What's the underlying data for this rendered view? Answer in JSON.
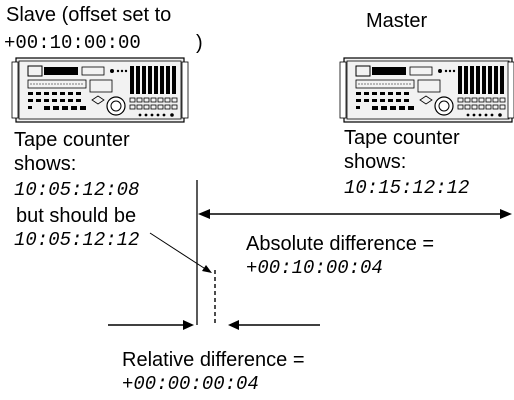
{
  "slave": {
    "title_line1": "Slave (offset set to",
    "title_line2": "+00:10:00:00",
    "title_line2_close": ")",
    "counter_label_line1": "Tape counter",
    "counter_label_line2": "shows:",
    "counter_value": "10:05:12:08",
    "should_be_label": "but should be",
    "should_be_value": "10:05:12:12"
  },
  "master": {
    "title": "Master",
    "counter_label_line1": "Tape counter",
    "counter_label_line2": "shows:",
    "counter_value": "10:15:12:12"
  },
  "absolute": {
    "label": "Absolute difference =",
    "value": "+00:10:00:04"
  },
  "relative": {
    "label": "Relative difference =",
    "value": "+00:00:00:04"
  },
  "colors": {
    "ink": "#000000",
    "background": "#ffffff",
    "device_panel": "#f2f2f2"
  },
  "icons": {
    "slave_device": "tape-recorder-icon",
    "master_device": "tape-recorder-icon"
  }
}
